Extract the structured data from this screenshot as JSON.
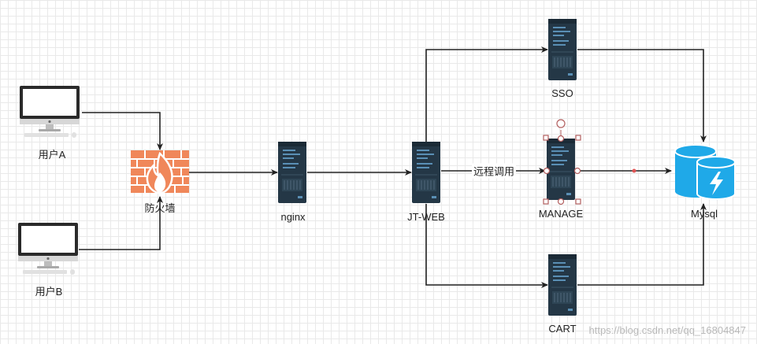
{
  "nodes": {
    "user_a": "用户A",
    "user_b": "用户B",
    "firewall": "防火墙",
    "nginx": "nginx",
    "jt_web": "JT-WEB",
    "sso": "SSO",
    "manage": "MANAGE",
    "cart": "CART",
    "mysql": "Mysql"
  },
  "edges": {
    "remote_call": "远程调用"
  },
  "watermark": "https://blog.csdn.net/qq_16804847",
  "colors": {
    "server": "#243746",
    "server_accent": "#5a8fb5",
    "firewall": "#f0875a",
    "database": "#1fa9e8",
    "edge": "#222222"
  },
  "icons": {
    "computer": "computer-icon",
    "firewall": "firewall-icon",
    "server": "server-icon",
    "database": "database-icon"
  }
}
